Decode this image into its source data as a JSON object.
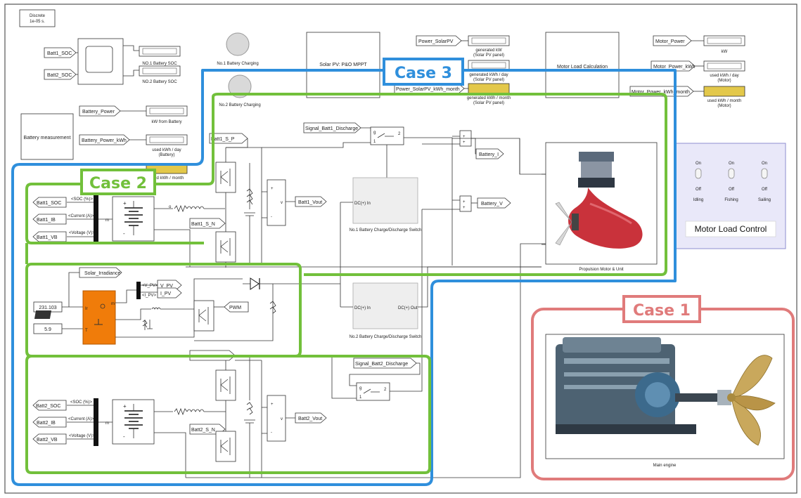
{
  "colors": {
    "case1": "#e07b7b",
    "case2": "#72c03b",
    "case3": "#2f8fdc",
    "solar_block": "#f07c0a",
    "display_yellow": "#e3c84a",
    "motor_red": "#c9323b",
    "control_bg": "#e9e8f9"
  },
  "solver": {
    "line1": "Discrete",
    "line2": "1e-05 s."
  },
  "cases": {
    "case1": "Case 1",
    "case2": "Case 2",
    "case3": "Case 3"
  },
  "tags": {
    "batt1_soc": "Batt1_SOC",
    "batt2_soc": "Batt2_SOC",
    "battery_power": "Battery_Power",
    "battery_power_kwh": "Battery_Power_kWh",
    "power_solarpv": "Power_SolarPV",
    "power_solarpv_kwh_month": "Power_SolarPV_kWh_month",
    "motor_power": "Motor_Power",
    "motor_power_kwh": "Motor_Power_kWh",
    "motor_power_kwh_month": "Motor_Power_kWh_month",
    "batt1_s_p": "Batt1_S_P",
    "batt1_s_n": "Batt1_S_N",
    "batt2_s_n": "Batt2_S_N",
    "signal_batt1_discharge": "Signal_Batt1_Discharge",
    "signal_batt2_discharge": "Signal_Batt2_Discharge",
    "batt1_vout": "Batt1_Vout",
    "batt2_vout": "Batt2_Vout",
    "battery_i": "Battery_I",
    "battery_v": "Battery_V",
    "solar_irradiance": "Solar_Irradiance",
    "v_pv": "V_PV",
    "i_pv": "I_PV",
    "pwm": "PWM",
    "batt1_soc_out": "Batt1_SOC",
    "batt1_ib": "Batt1_IB",
    "batt1_vb": "Batt1_VB",
    "batt2_soc_out": "Batt2_SOC",
    "batt2_ib": "Batt2_IB",
    "batt2_vb": "Batt2_VB"
  },
  "displays": {
    "no1_battery_soc": "NO.1 Battery SOC",
    "no2_battery_soc": "NO.2 Battery SOC",
    "kw_from_battery": "kW from Battery",
    "used_kwh_day_battery": [
      "used kWh / day",
      "(Battery)"
    ],
    "used_kwh_month_battery": "used kWh / month",
    "generated_kw": [
      "generated kW",
      "(Solar PV panel)"
    ],
    "generated_kwh_day": [
      "generated kWh / day",
      "(Solar PV panel)"
    ],
    "generated_kwh_month": [
      "generated kWh / month",
      "(Solar PV panel)"
    ],
    "kw": "kW",
    "used_kwh_day_motor": [
      "used kWh / day",
      "(Motor)"
    ],
    "used_kwh_month_motor": [
      "used kWh / month",
      "(Motor)"
    ]
  },
  "blocks": {
    "no1_battery_charging": "No.1 Battery Charging",
    "no2_battery_charging": "No.2 Battery Charging",
    "battery_measurement": "Battery measurement",
    "solar_pv_mppt": "Solar PV: P&O MPPT",
    "motor_load_calculation": "Motor Load Calculation",
    "no1_switch": "No.1 Battery Charge/Discharge Switch",
    "no2_switch": "No.2 Battery Charge/Discharge Switch",
    "propulsion_motor_unit": "Propulsion Motor & Unit",
    "main_engine": "Main engine",
    "dc_in": "DC(+) In",
    "dc_out": "DC(+) Out"
  },
  "bus_labels": {
    "soc": "<SOC (%)>",
    "current": "<Current (A)>",
    "voltage": "<Voltage (V)>",
    "v_pv_sig": "<V_PV>",
    "i_pv_sig": "<I_PV>"
  },
  "constants": {
    "irradiance": "231.103",
    "temperature": "5.9"
  },
  "motor_load_control": {
    "title": "Motor Load Control",
    "switches": [
      {
        "on": "On",
        "off": "Off",
        "name": "Idling"
      },
      {
        "on": "On",
        "off": "Off",
        "name": "Fishing"
      },
      {
        "on": "On",
        "off": "Off",
        "name": "Sailing"
      }
    ]
  }
}
